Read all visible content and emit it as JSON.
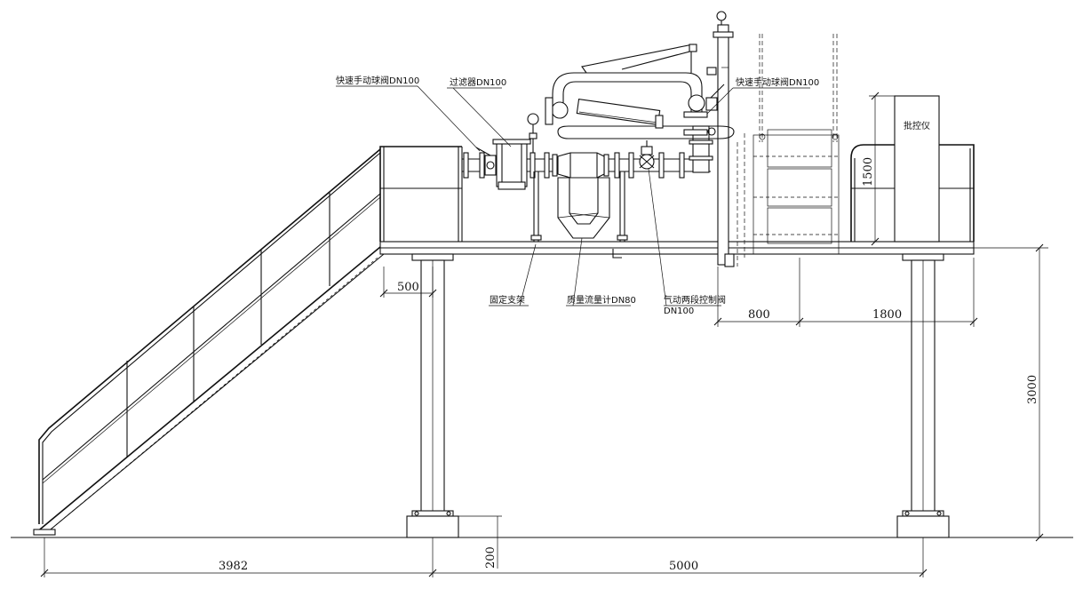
{
  "labels": {
    "ball_valve_left": "快速手动球阀DN100",
    "filter": "过滤器DN100",
    "ball_valve_right": "快速手动球阀DN100",
    "controller": "批控仪",
    "fixed_support": "固定支架",
    "mass_flow_meter": "质量流量计DN80",
    "pneumatic_valve_line1": "气动两段控制阀",
    "pneumatic_valve_line2": "DN100"
  },
  "dimensions": {
    "d500": "500",
    "d800": "800",
    "d1800": "1800",
    "d1500": "1500",
    "d3000": "3000",
    "d200": "200",
    "d3982": "3982",
    "d5000": "5000"
  }
}
